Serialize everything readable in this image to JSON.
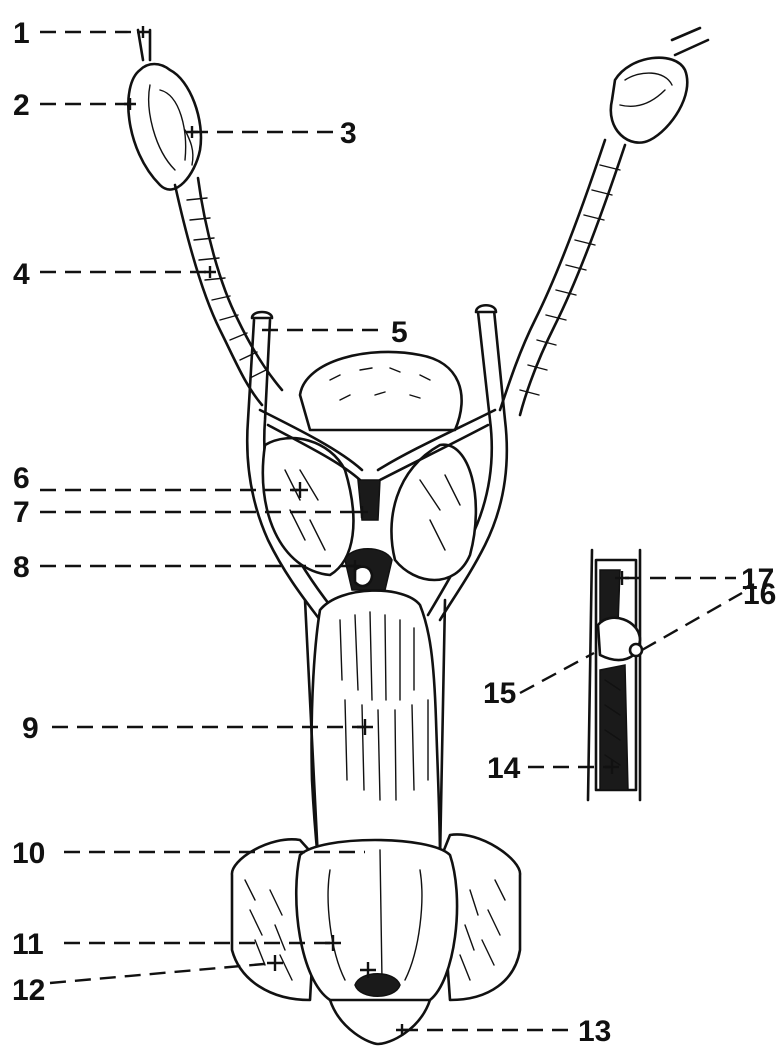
{
  "labels": {
    "l1": "1",
    "l2": "2",
    "l3": "3",
    "l4": "4",
    "l5": "5",
    "l6": "6",
    "l7": "7",
    "l8": "8",
    "l9": "9",
    "l10": "10",
    "l11": "11",
    "l12": "12",
    "l13": "13",
    "l14": "14",
    "l15": "15",
    "l16": "16",
    "l17": "17"
  },
  "colors": {
    "ink": "#111111",
    "paper": "#ffffff"
  }
}
